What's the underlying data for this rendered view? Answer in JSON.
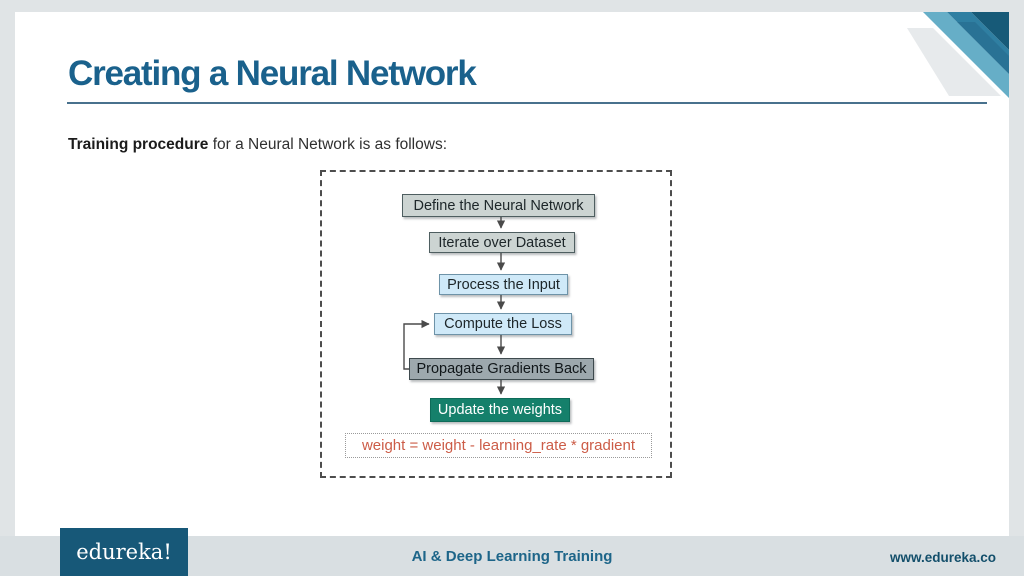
{
  "slide": {
    "title": "Creating a Neural Network",
    "intro_bold": "Training procedure",
    "intro_rest": " for a Neural Network is as follows:"
  },
  "flowchart": {
    "steps": [
      {
        "label": "Define the Neural Network",
        "style": "gray"
      },
      {
        "label": "Iterate over Dataset",
        "style": "gray"
      },
      {
        "label": "Process the Input",
        "style": "blue"
      },
      {
        "label": "Compute the Loss",
        "style": "blue"
      },
      {
        "label": "Propagate Gradients Back",
        "style": "darkgray"
      },
      {
        "label": "Update the weights",
        "style": "teal"
      }
    ],
    "formula": "weight = weight - learning_rate * gradient"
  },
  "footer": {
    "logo": "edureka!",
    "course": "AI & Deep Learning Training",
    "website": "www.edureka.co"
  },
  "colors": {
    "title_accent": "#1a618c",
    "box_gray": "#ccd4d2",
    "box_blue": "#cfe9f8",
    "box_darkgray": "#9da8ad",
    "box_teal": "#15806b",
    "formula_text": "#cc5c47",
    "logo_background": "#175878",
    "footer_band": "#d9dfe2"
  }
}
